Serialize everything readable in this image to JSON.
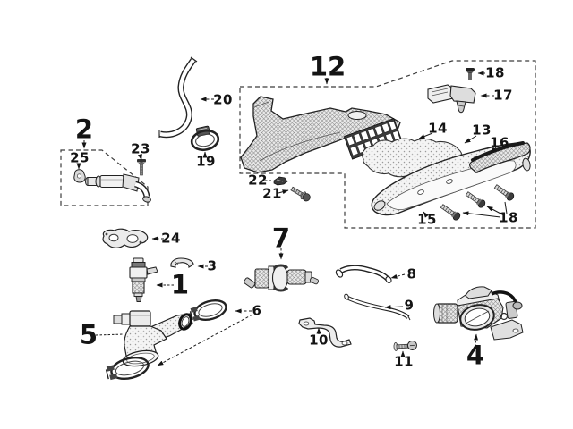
{
  "figure": {
    "colors": {
      "background": "#ffffff",
      "ink": "#1d1d1d"
    }
  },
  "callouts": {
    "c1": "1",
    "c2": "2",
    "c3": "3",
    "c4": "4",
    "c5": "5",
    "c6": "6",
    "c7": "7",
    "c8": "8",
    "c9": "9",
    "c10": "10",
    "c11": "11",
    "c12": "12",
    "c13": "13",
    "c14": "14",
    "c15": "15",
    "c16": "16",
    "c17": "17",
    "c18a": "18",
    "c18b": "18",
    "c19": "19",
    "c20": "20",
    "c21": "21",
    "c22": "22",
    "c23": "23",
    "c24": "24",
    "c25": "25"
  }
}
